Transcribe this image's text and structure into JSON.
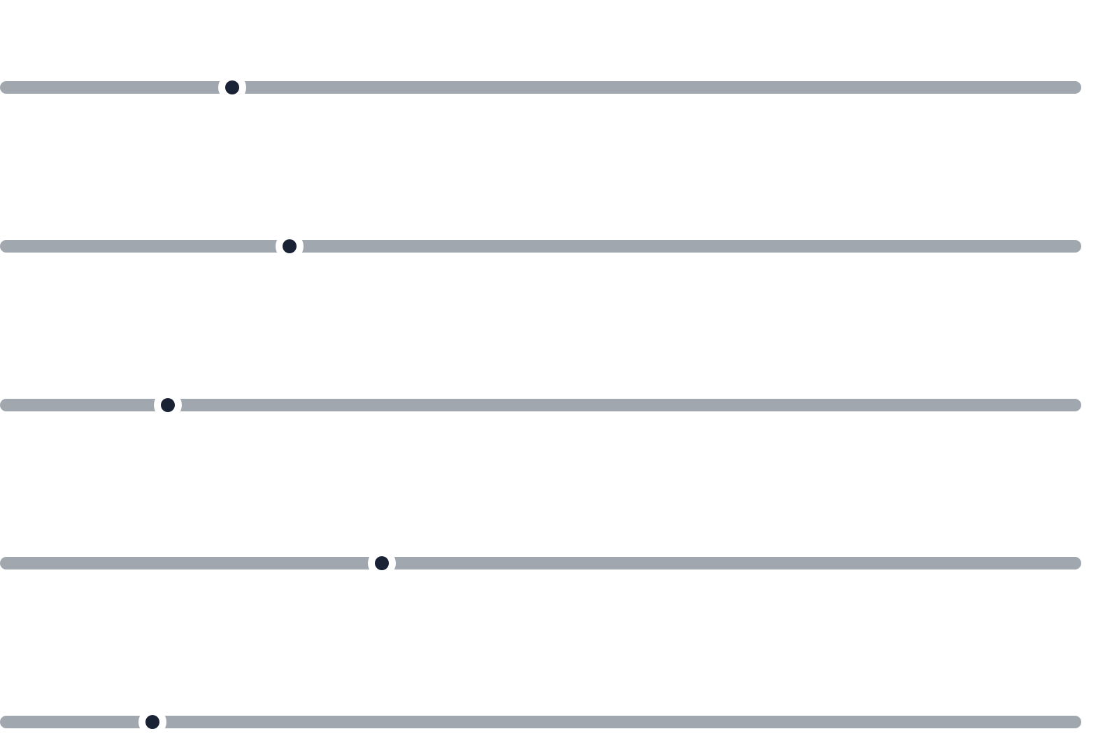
{
  "colors": {
    "background": "#ffffff",
    "track": "#a1a7af",
    "thumb_ring": "#ffffff",
    "thumb_dot": "#1a2236"
  },
  "sliders": [
    {
      "value_fraction": 0.215
    },
    {
      "value_fraction": 0.268
    },
    {
      "value_fraction": 0.155
    },
    {
      "value_fraction": 0.353
    },
    {
      "value_fraction": 0.141
    }
  ]
}
